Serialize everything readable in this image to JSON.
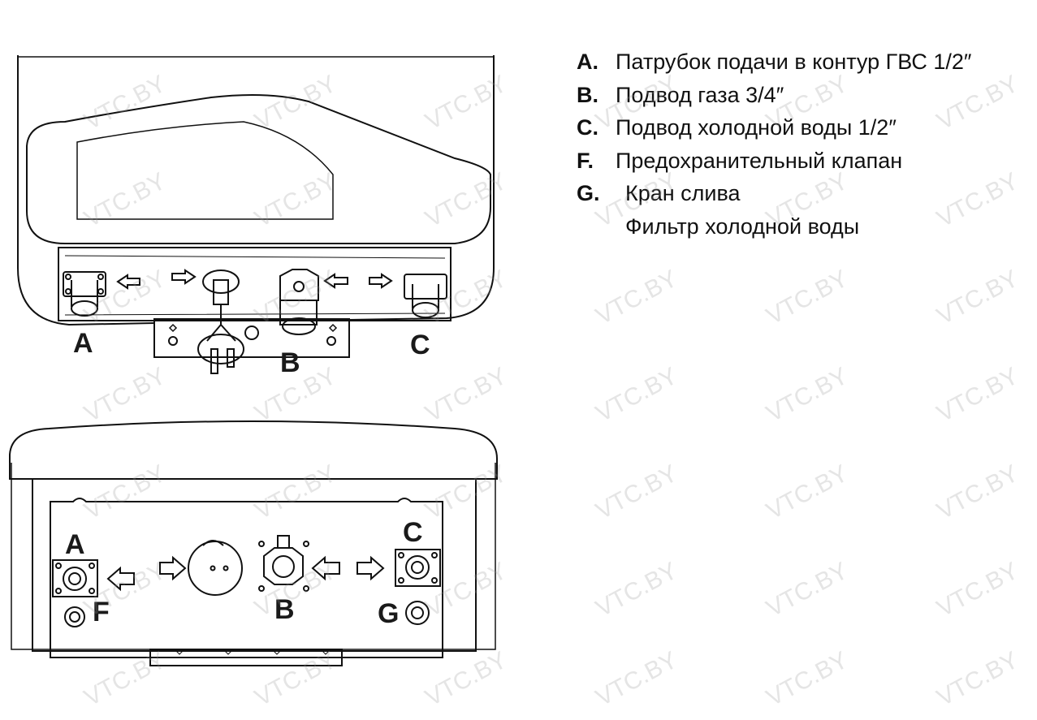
{
  "top_view": {
    "labels": {
      "a": "A",
      "b": "B",
      "c": "C"
    }
  },
  "bottom_view": {
    "labels": {
      "a": "A",
      "b": "B",
      "c": "C",
      "f": "F",
      "g": "G"
    }
  },
  "legend": [
    {
      "key": "A.",
      "text": "Патрубок подачи в контур ГВС 1/2″"
    },
    {
      "key": "B.",
      "text": "Подвод газа 3/4″"
    },
    {
      "key": "C.",
      "text": "Подвод холодной воды 1/2″"
    },
    {
      "key": "F.",
      "text": "Предохранительный клапан"
    },
    {
      "key": "G.",
      "text": "Кран слива"
    },
    {
      "key": "",
      "text": "Фильтр холодной воды"
    }
  ],
  "watermark": "VTC.BY"
}
